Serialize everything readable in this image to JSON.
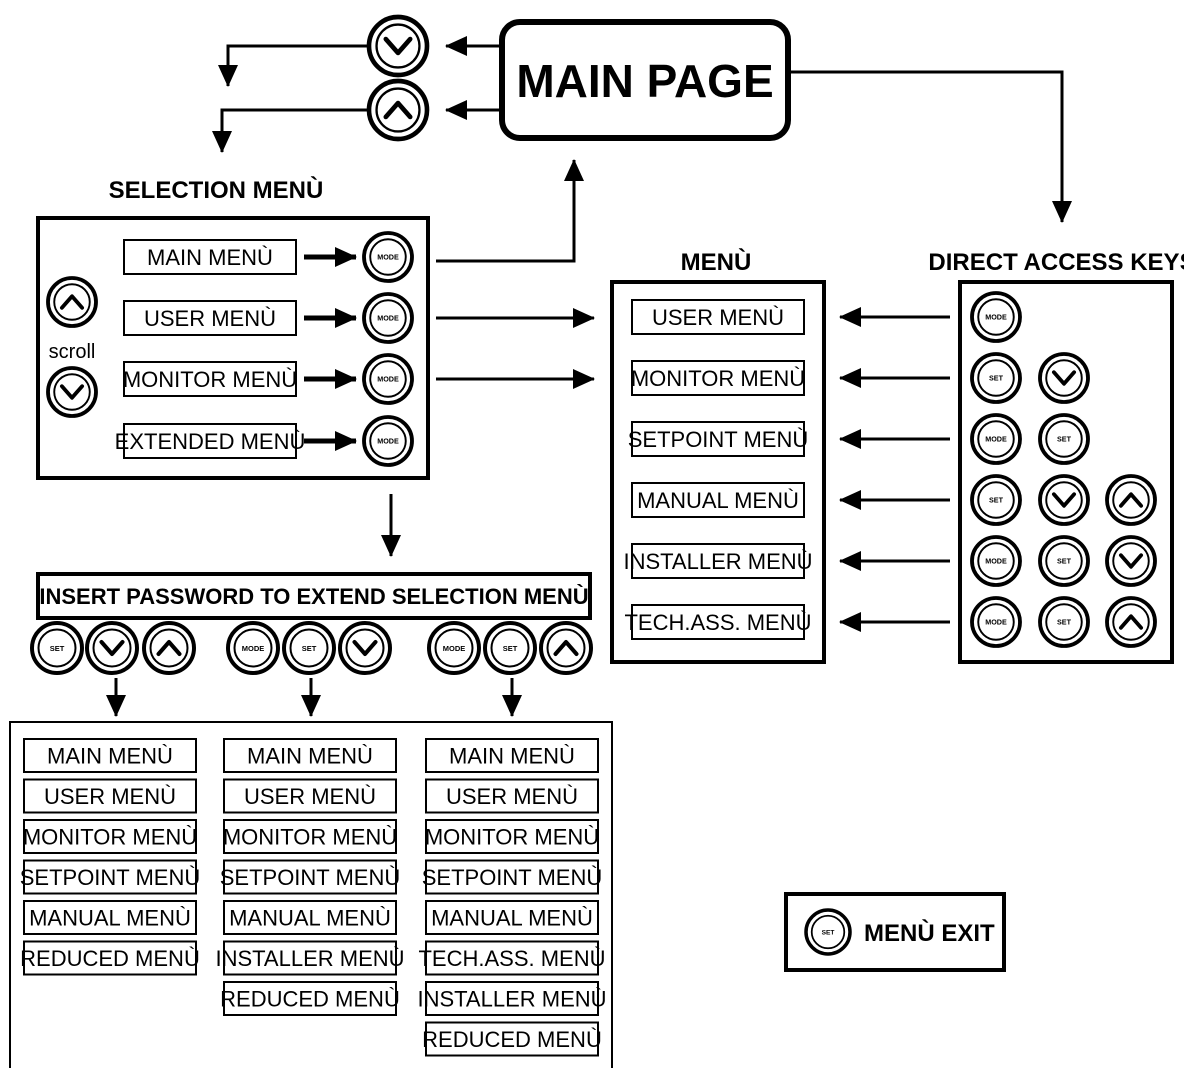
{
  "main_page": {
    "label": "MAIN PAGE"
  },
  "selection_menu": {
    "title": "SELECTION MENÙ",
    "scroll_label": "scroll",
    "items": [
      "MAIN MENÙ",
      "USER MENÙ",
      "MONITOR MENÙ",
      "EXTENDED MENÙ"
    ]
  },
  "menu_column": {
    "title": "MENÙ",
    "items": [
      "USER MENÙ",
      "MONITOR MENÙ",
      "SETPOINT MENÙ",
      "MANUAL MENÙ",
      "INSTALLER MENÙ",
      "TECH.ASS. MENÙ"
    ]
  },
  "direct_access": {
    "title": "DIRECT ACCESS KEYS",
    "rows": [
      [
        "mode"
      ],
      [
        "set",
        "down"
      ],
      [
        "mode",
        "set"
      ],
      [
        "set",
        "down",
        "up"
      ],
      [
        "mode",
        "set",
        "down"
      ],
      [
        "mode",
        "set",
        "up"
      ]
    ]
  },
  "password": {
    "label": "INSERT PASSWORD TO EXTEND SELECTION MENÙ",
    "combos": [
      [
        "set",
        "down",
        "up"
      ],
      [
        "mode",
        "set",
        "down"
      ],
      [
        "mode",
        "set",
        "up"
      ]
    ]
  },
  "extended_lists": [
    [
      "MAIN MENÙ",
      "USER MENÙ",
      "MONITOR MENÙ",
      "SETPOINT MENÙ",
      "MANUAL MENÙ",
      "REDUCED MENÙ"
    ],
    [
      "MAIN MENÙ",
      "USER MENÙ",
      "MONITOR MENÙ",
      "SETPOINT MENÙ",
      "MANUAL MENÙ",
      "INSTALLER MENÙ",
      "REDUCED MENÙ"
    ],
    [
      "MAIN MENÙ",
      "USER MENÙ",
      "MONITOR MENÙ",
      "SETPOINT MENÙ",
      "MANUAL MENÙ",
      "TECH.ASS. MENÙ",
      "INSTALLER MENÙ",
      "REDUCED MENÙ"
    ]
  ],
  "exit": {
    "label": "MENÙ EXIT"
  },
  "key_labels": {
    "mode": "MODE",
    "set": "SET"
  },
  "icons": {
    "mode": "mode-key-icon",
    "set": "set-key-icon",
    "up": "chevron-up-key-icon",
    "down": "chevron-down-key-icon"
  }
}
